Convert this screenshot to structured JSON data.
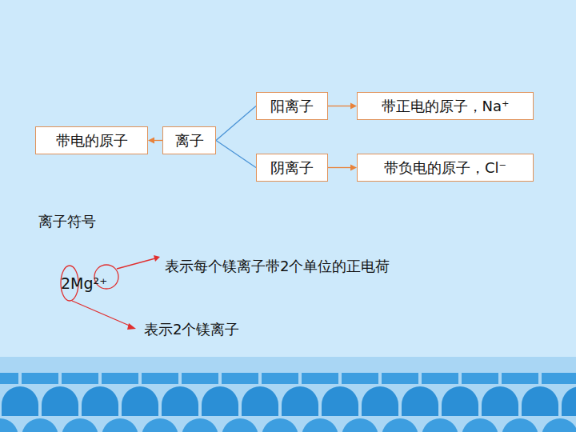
{
  "diagram": {
    "nodes": [
      {
        "text": [
          "带电的原子"
        ]
      },
      {
        "text": [
          "离子"
        ]
      },
      {
        "text": [
          "阳离子"
        ]
      },
      {
        "text": [
          "带正电的原子，Na⁺"
        ]
      },
      {
        "text": [
          "阴离子"
        ]
      },
      {
        "text": [
          "带负电的原子，Cl⁻"
        ]
      }
    ],
    "edges": [
      {
        "from": 1,
        "to": 0,
        "arrow": "to"
      },
      {
        "from": 1,
        "to": 2,
        "arrow": "none"
      },
      {
        "from": 1,
        "to": 4,
        "arrow": "none"
      },
      {
        "from": 2,
        "to": 3,
        "arrow": "to"
      },
      {
        "from": 4,
        "to": 5,
        "arrow": "to"
      }
    ],
    "labels": [
      "离子符号",
      "2Mg²⁺",
      "表示每个镁离子带2个单位的正电荷",
      "表示2个镁离子"
    ]
  }
}
